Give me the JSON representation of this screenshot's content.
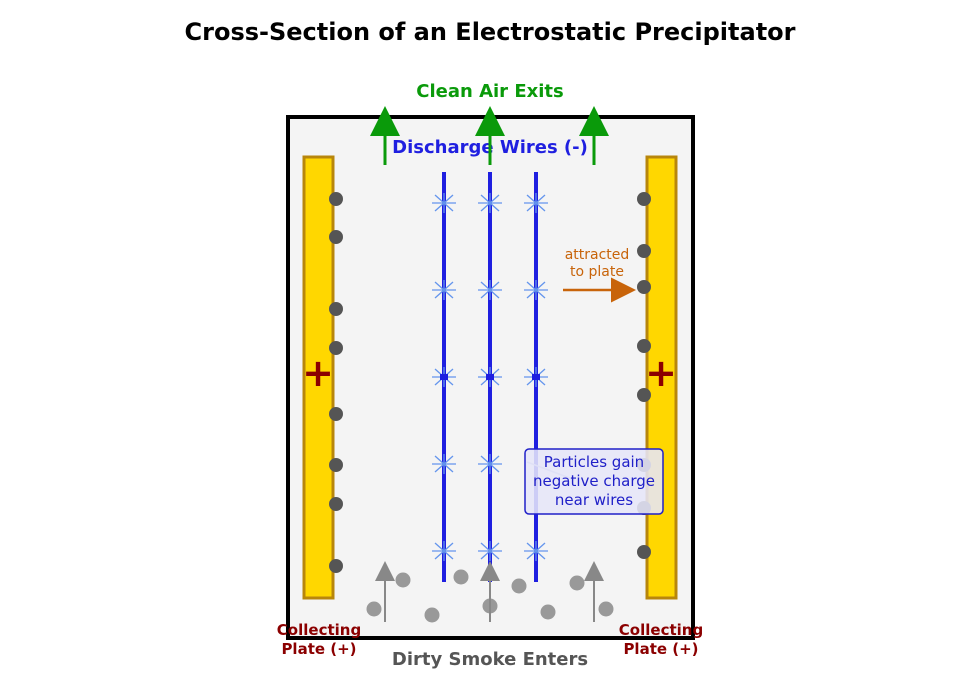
{
  "title": "Cross-Section of an Electrostatic Precipitator",
  "labels": {
    "clean_air": "Clean Air Exits",
    "discharge_wires": "Discharge Wires (-)",
    "attracted_line1": "attracted",
    "attracted_line2": "to plate",
    "note_line1": "Particles gain",
    "note_line2": "negative charge",
    "note_line3": "near wires",
    "plate_left_line1": "Collecting",
    "plate_left_line2": "Plate (+)",
    "plate_right_line1": "Collecting",
    "plate_right_line2": "Plate (+)",
    "dirty_smoke": "Dirty Smoke Enters",
    "plus_left": "+",
    "plus_right": "+"
  },
  "colors": {
    "plate": "#ffd700",
    "plate_border": "#b8860b",
    "wire": "#1f1fe0",
    "corona": "#6495ed",
    "exit_arrow": "#0a9a0a",
    "smoke": "#888888",
    "attracted_arrow": "#c8640a",
    "plus_sign": "#8b0000",
    "collected_particle": "#555555"
  },
  "icons": {
    "plus": "plus-sign-icon",
    "exit_arrow": "up-arrow-icon",
    "smoke_arrow": "up-arrow-icon",
    "attract_arrow": "right-arrow-icon",
    "corona": "star-burst-icon"
  }
}
